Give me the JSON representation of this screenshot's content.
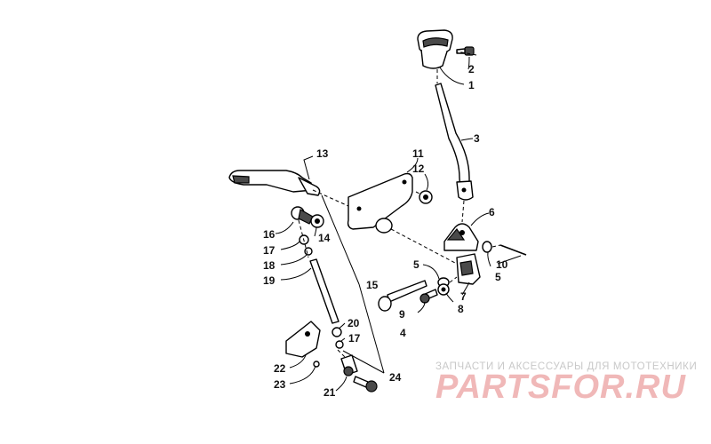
{
  "diagram": {
    "callouts": [
      {
        "id": "c1",
        "text": "1"
      },
      {
        "id": "c2",
        "text": "2"
      },
      {
        "id": "c3",
        "text": "3"
      },
      {
        "id": "c4",
        "text": "4"
      },
      {
        "id": "c5a",
        "text": "5"
      },
      {
        "id": "c5b",
        "text": "5"
      },
      {
        "id": "c6",
        "text": "6"
      },
      {
        "id": "c7",
        "text": "7"
      },
      {
        "id": "c8",
        "text": "8"
      },
      {
        "id": "c9",
        "text": "9"
      },
      {
        "id": "c10",
        "text": "10"
      },
      {
        "id": "c11",
        "text": "11"
      },
      {
        "id": "c12",
        "text": "12"
      },
      {
        "id": "c13",
        "text": "13"
      },
      {
        "id": "c14",
        "text": "14"
      },
      {
        "id": "c15",
        "text": "15"
      },
      {
        "id": "c16",
        "text": "16"
      },
      {
        "id": "c17a",
        "text": "17"
      },
      {
        "id": "c17b",
        "text": "17"
      },
      {
        "id": "c18",
        "text": "18"
      },
      {
        "id": "c19",
        "text": "19"
      },
      {
        "id": "c20",
        "text": "20"
      },
      {
        "id": "c21",
        "text": "21"
      },
      {
        "id": "c22",
        "text": "22"
      },
      {
        "id": "c23",
        "text": "23"
      },
      {
        "id": "c24",
        "text": "24"
      }
    ]
  },
  "watermark": {
    "tagline": "ЗАПЧАСТИ И АКСЕССУАРЫ ДЛЯ МОТОТЕХНИКИ",
    "logo": "PARTSFOR.RU"
  }
}
